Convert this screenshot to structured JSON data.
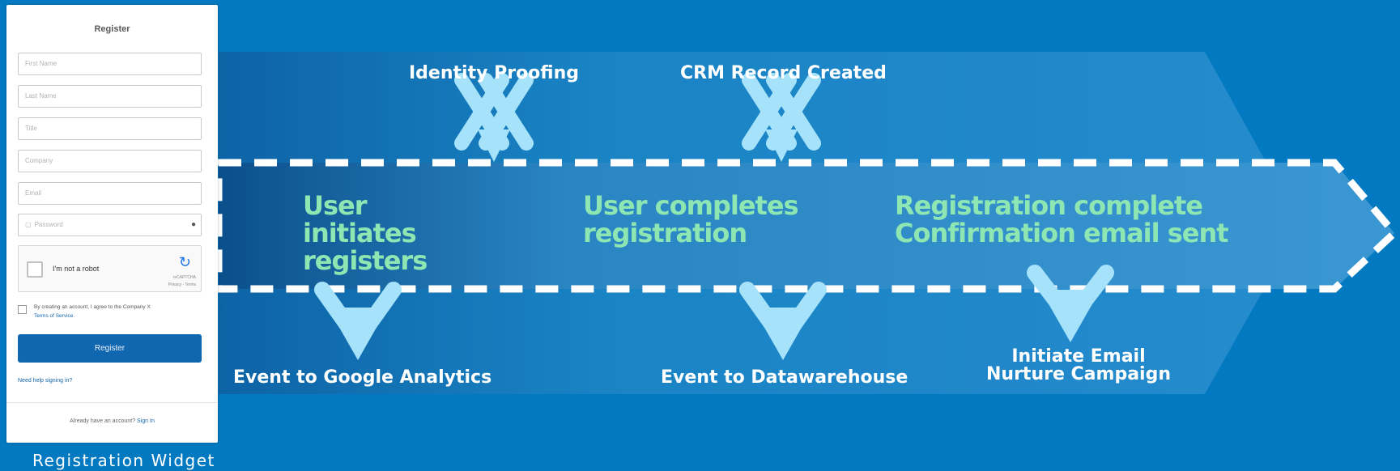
{
  "widget": {
    "title": "Register",
    "fields": [
      "First Name",
      "Last Name",
      "Title",
      "Company",
      "Email"
    ],
    "password_placeholder": "Password",
    "captcha_label": "I'm not a robot",
    "captcha_brand": "reCAPTCHA",
    "captcha_links": "Privacy - Terms",
    "terms_text": "By creating an account, I agree to the Company X",
    "terms_link": "Terms of Service.",
    "register_button": "Register",
    "help_link": "Need help signing in?",
    "footer_text": "Already have an account?",
    "footer_link": "Sign In",
    "caption": "Registration Widget"
  },
  "stages": [
    {
      "text": "User initiates registers"
    },
    {
      "text": "User completes registration"
    },
    {
      "text": "Registration complete Confirmation email sent"
    }
  ],
  "stage_lines": [
    [
      "User",
      "initiates",
      "registers"
    ],
    [
      "User completes",
      "registration"
    ],
    [
      "Registration complete",
      "Confirmation email sent"
    ]
  ],
  "top_events": [
    "Identity Proofing",
    "CRM Record Created"
  ],
  "bottom_events": [
    "Event to Google Analytics",
    "Event to Datawarehouse"
  ],
  "nurture_lines": [
    "Initiate Email",
    "Nurture Campaign"
  ],
  "colors": {
    "background": "#0379c1",
    "stage_text": "#8ee6b3",
    "arrow": "#a6e3fb",
    "dashed_border": "#ffffff",
    "button": "#1067b0"
  }
}
